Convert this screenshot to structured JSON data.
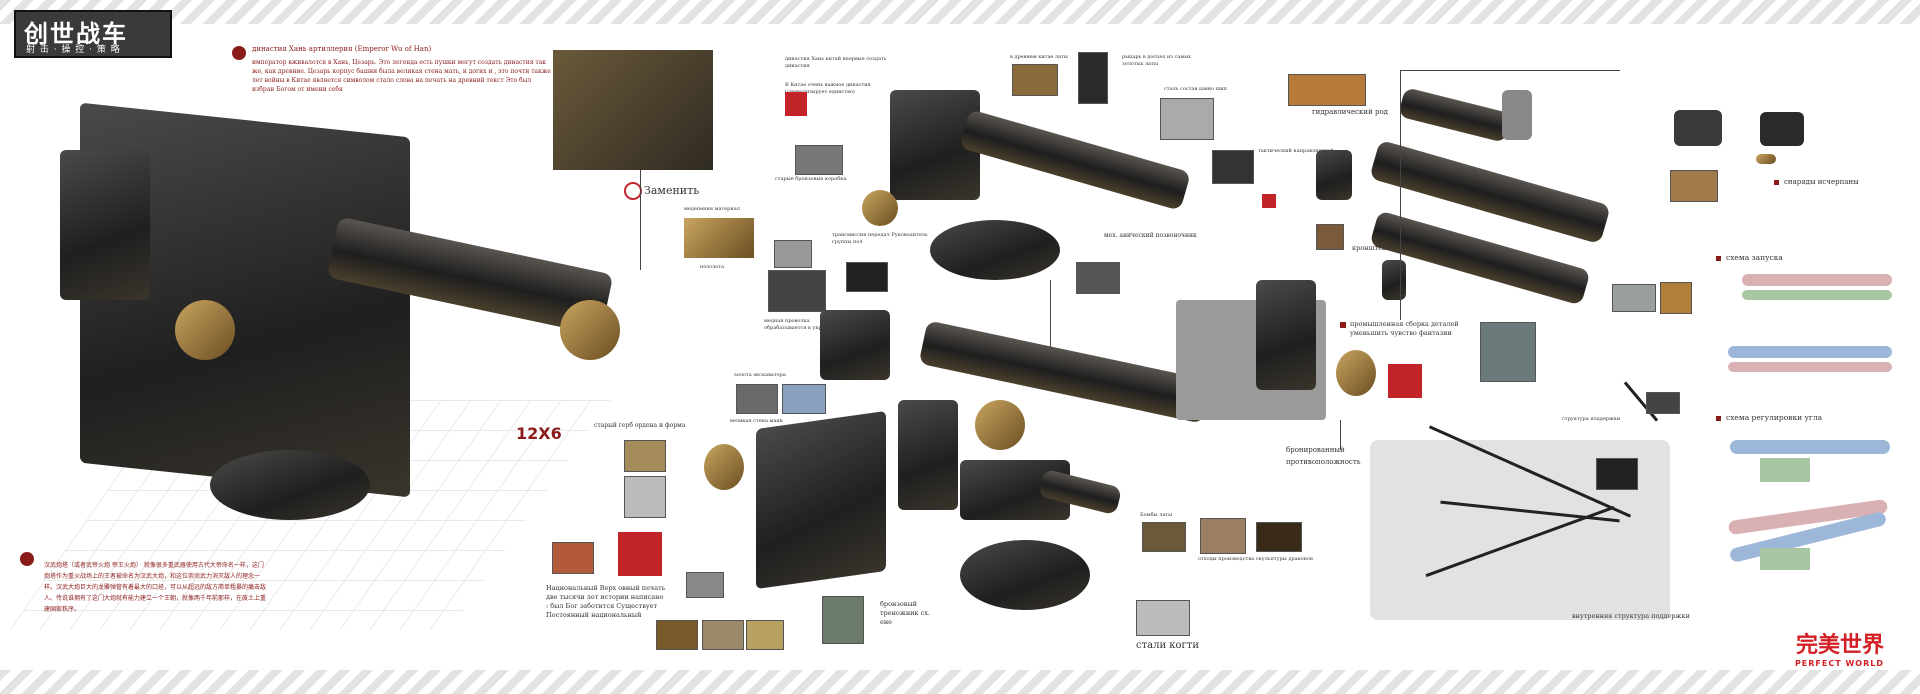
{
  "logo": {
    "title": "创世战车",
    "subtitle": "射 击 · 操 控 · 策 略"
  },
  "intro": {
    "heading": "династия Хань артиллерия (Emperor Wu of Han)",
    "body": "император вживалотся в Хань, Цезарь. Это легенда есть пушки могут создать династия так же, как древние. Цезарь корпус башни была великая стена мать, и догих и , это почти также лет войны в Китае является символом стало слова на печать на древний текст Это был избран Богом от имени себя"
  },
  "replace_label": "Заменить",
  "size_label": "12X6",
  "bottom_left_text": "汉武炮塔（或者武帝火炮 帝王火炮） 就像很多重武器使用古代大帝命名一样，这门炮塔作为重火战场上的王者被命名为汉武大炮，和这位崇尚武力消灭敌人的理念一样。汉武大炮巨大的龙雕弹管有着最大的口径，可以从超远的敌方简单粗暴的痛击敌人。传说谁拥有了这门大炮就有能力建立一个王朝，就像两千年前那样，在废土上重建国家秩序。",
  "labels": {
    "dynasty_top": "династия Хань китай впервые создать династия",
    "dynasty_sub": "В Китае очень важное династия (символизирует единство)",
    "old_box": "старые бронзовые коробка",
    "ancient_armor": "в древнем китае латы",
    "knight": "рыцарь в доспех из самых золотых латы",
    "steel_chain": "сталь состав давно шип",
    "tactical": "тактический направляющей",
    "bronze": "медепения материал",
    "gilding": "позолота",
    "gear": "трансмиссия передач Руководитель группы пол",
    "decor": "медная проволка обрабатывается в украшения",
    "excavator": "золота экскаватора",
    "great_wall": "великая стена маяк",
    "old_crest": "старый герб ордена и форма",
    "national_tm": "Национальный Верх овный печать две тысячи лет истории написано : был Бог заботится Существует Постоянный национальный",
    "bronze_tripod": "бронзовый треножник сх. ене",
    "steel_claw": "стали когти",
    "hydraulic": "гидравлический род",
    "bracket": "кронштейн",
    "industrial": "промышленная сборка деталей уменьшить чувство фантазии",
    "armored": "бронированный противоположность",
    "ammo_out": "снаряды исчерпаны",
    "launch_scheme": "схема запуска",
    "angle_scheme": "схема регулировки угла",
    "support_struct": "структура поддержки",
    "inner_support": "внутренняя структура поддержки",
    "sculpture": "отходы производства скульптуры драконов",
    "bomb_latch": "Бомбы латы",
    "mech_link": "мех. анический позвоночник"
  },
  "brand": {
    "cn": "完美世界",
    "en": "PERFECT WORLD"
  },
  "colors": {
    "accent_red": "#8b1a1a",
    "brand_red": "#d41f25"
  }
}
